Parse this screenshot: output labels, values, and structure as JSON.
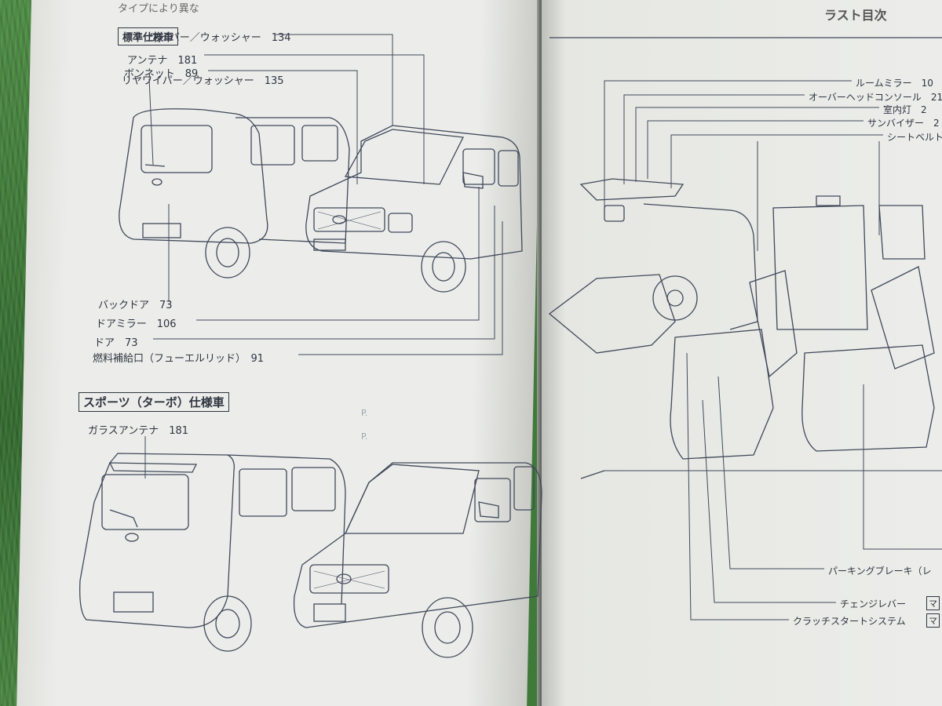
{
  "left": {
    "top_text": "タイプにより異な",
    "standard": {
      "heading": "標準仕様車",
      "labels": {
        "wiper": "ワイパー／ウォッシャー　134",
        "antenna": "アンテナ　181",
        "bonnet": "ボンネット　89",
        "rear_wiper": "リヤワイパー／ウォッシャー　135",
        "back_door": "バックドア　73",
        "door_mirror": "ドアミラー　106",
        "door": "ドア　73",
        "fuel_lid": "燃料補給口（フューエルリッド）　91"
      }
    },
    "sports": {
      "heading": "スポーツ（ターボ）仕様車",
      "labels": {
        "glass_antenna": "ガラスアンテナ　181"
      }
    }
  },
  "right": {
    "header": "ラスト目次",
    "labels": {
      "room_mirror": "ルームミラー　10",
      "overhead_console": "オーバーヘッドコンソール　21",
      "room_lamp": "室内灯　2",
      "sun_visor": "サンバイザー　2",
      "seat_belt": "シートベルト",
      "parking_brake": "パーキングブレーキ（レ",
      "change_lever": "チェンジレバー",
      "clutch_start": "クラッチスタートシステム"
    },
    "tags": {
      "tag1": "マ",
      "tag2": "マ"
    }
  }
}
